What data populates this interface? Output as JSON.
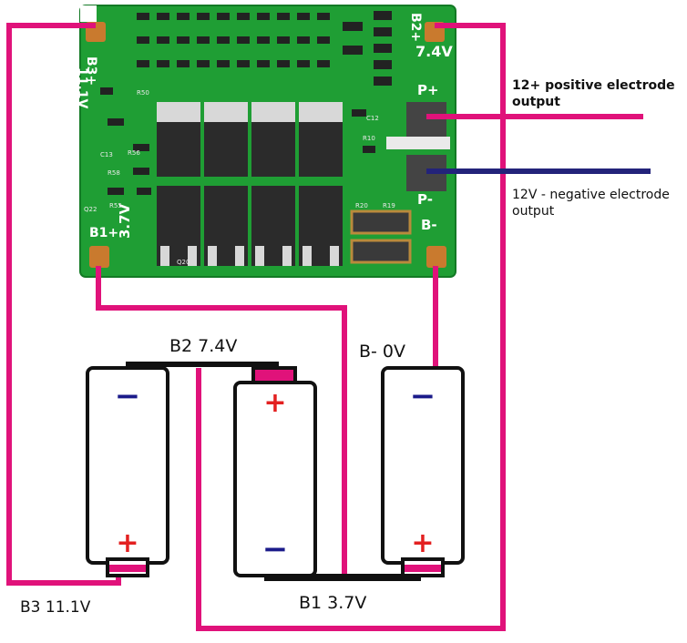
{
  "board": {
    "pads": {
      "b3": "B3+",
      "b3_volt": "11.1V",
      "b2": "B2+",
      "b2_volt": "7.4V",
      "b1": "B1+",
      "b1_volt": "3.7V",
      "bminus": "B-",
      "pplus": "P+",
      "pminus": "P-"
    },
    "designators": [
      "R50",
      "R56",
      "R58",
      "R55",
      "C13",
      "Q22",
      "R10",
      "R20",
      "R19",
      "C12",
      "Q20"
    ]
  },
  "annotations": {
    "positive_output": [
      "12+ positive electrode",
      "output"
    ],
    "negative_output": [
      "12V - negative electrode",
      "output"
    ],
    "b2_node": "B2 7.4V",
    "bminus_node": "B-  0V",
    "b3_node": "B3 11.1V",
    "b1_node": "B1 3.7V"
  },
  "cells": [
    {
      "top": "−",
      "bottom": "+"
    },
    {
      "top": "+",
      "bottom": "−"
    },
    {
      "top": "−",
      "bottom": "+"
    }
  ],
  "colors": {
    "wire": "#e0127a",
    "pcb": "#1f9e34",
    "pcb_dark": "#137a25",
    "neg_wire": "#23237a",
    "plus": "#e32020",
    "minus": "#1b1b8a",
    "pad": "#c97a2e"
  }
}
